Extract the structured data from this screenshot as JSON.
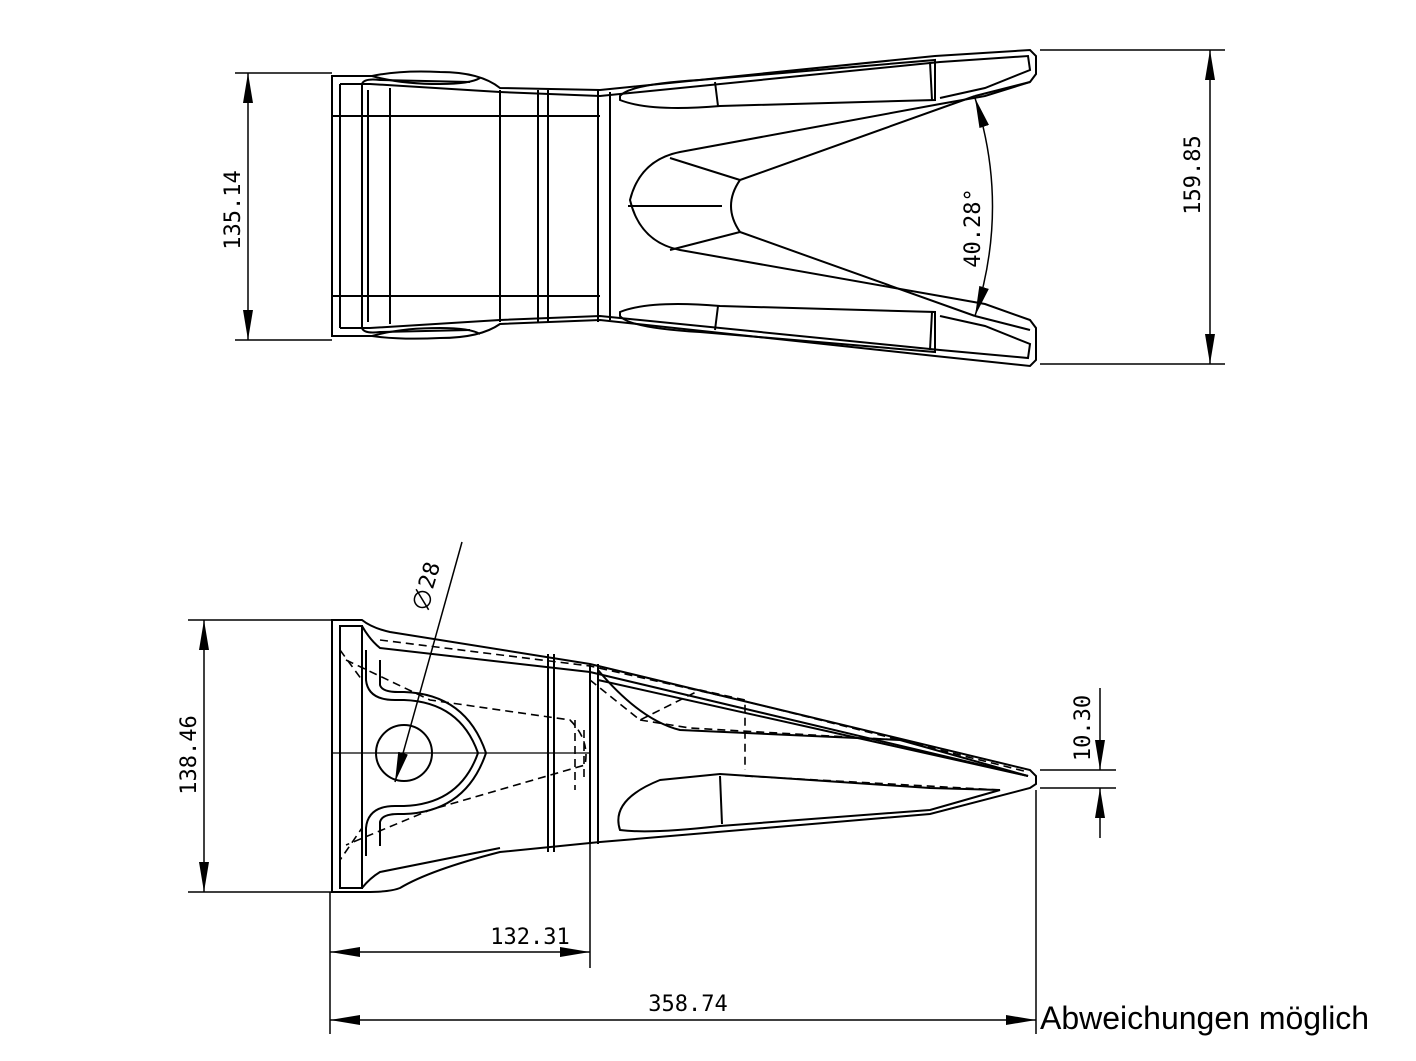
{
  "dimensions": {
    "top_view_height": "135.14",
    "top_view_angle": "40.28°",
    "top_view_width": "159.85",
    "side_view_height": "138.46",
    "hole_diameter": "28",
    "tip_thickness": "10.30",
    "hole_to_shoulder": "132.31",
    "overall_length": "358.74"
  },
  "note": "Abweichungen möglich",
  "colors": {
    "line": "#000000",
    "background": "#ffffff"
  }
}
